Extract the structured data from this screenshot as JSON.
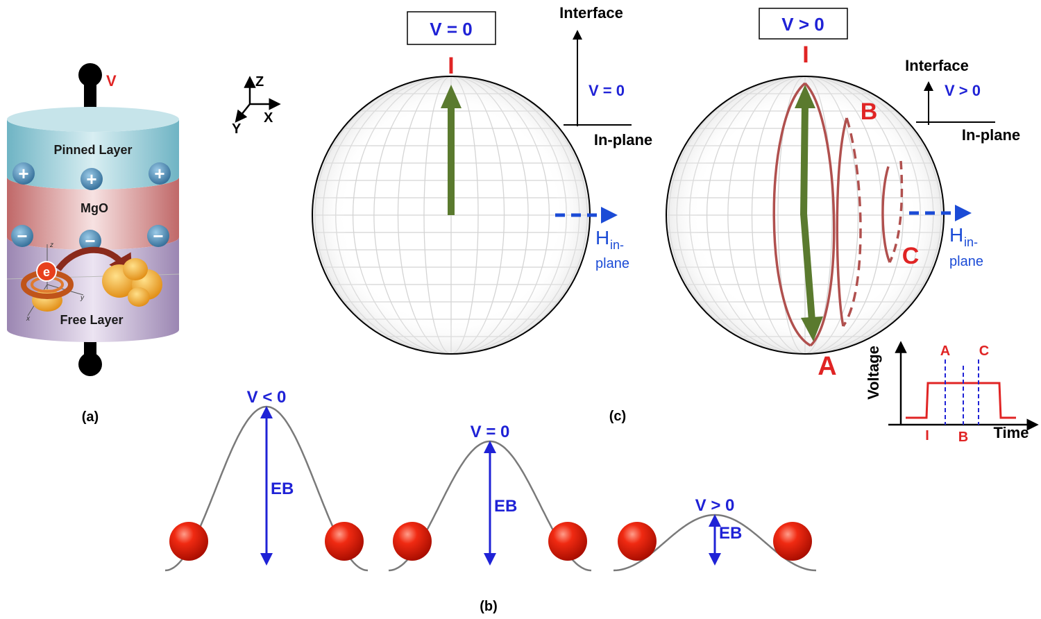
{
  "panel_a": {
    "terminal_label": "V",
    "pinned_layer": "Pinned Layer",
    "barrier": "MgO",
    "free_layer": "Free Layer",
    "plus_sign": "+",
    "minus_sign": "−",
    "electron": "e",
    "axis_z": "z",
    "axis_y": "y",
    "axis_x": "x",
    "caption": "(a)"
  },
  "axes_icon": {
    "z": "Z",
    "y": "Y",
    "x": "X"
  },
  "panel_c": {
    "caption": "(c)",
    "left": {
      "box_label": "V = 0",
      "point_i": "I",
      "interface": "Interface",
      "v_label": "V = 0",
      "in_plane": "In-plane",
      "h_main": "H",
      "h_sub": "in-",
      "h_sub2": "plane"
    },
    "right": {
      "box_label": "V > 0",
      "point_i": "I",
      "point_a": "A",
      "point_b": "B",
      "point_c": "C",
      "interface": "Interface",
      "v_label": "V > 0",
      "in_plane": "In-plane",
      "h_main": "H",
      "h_sub": "in-",
      "h_sub2": "plane"
    },
    "pulse": {
      "ylabel": "Voltage",
      "xlabel": "Time",
      "markers_top": [
        "A",
        "C"
      ],
      "markers_bottom": [
        "I",
        "B"
      ]
    }
  },
  "panel_b": {
    "caption": "(b)",
    "wells": [
      {
        "v_label": "V < 0",
        "barrier_label": "EB",
        "relative_height": 1.0
      },
      {
        "v_label": "V = 0",
        "barrier_label": "EB",
        "relative_height": 0.77
      },
      {
        "v_label": "V > 0",
        "barrier_label": "EB",
        "relative_height": 0.3
      }
    ]
  },
  "colors": {
    "blue": "#1f22d6",
    "red": "#e02424",
    "green": "#5a7a2e",
    "trajectory": "#b0504e",
    "h_arrow": "#1b4bd6",
    "grid": "#d4d4d4",
    "curve": "#7a7a7a"
  }
}
